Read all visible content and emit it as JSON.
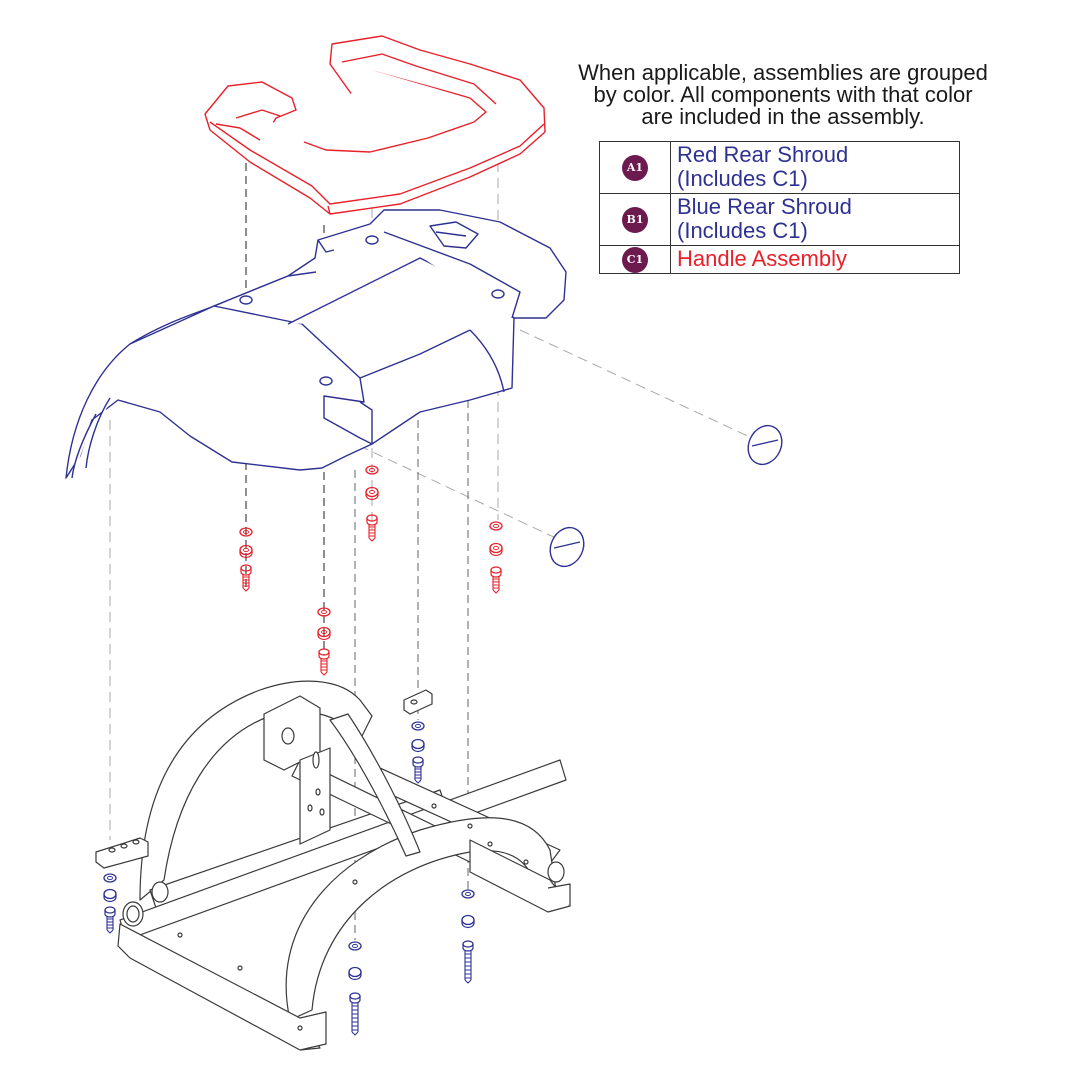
{
  "note": {
    "lines": [
      "When applicable, assemblies are grouped",
      "by color. All components with that color",
      "are included in the assembly."
    ]
  },
  "colors": {
    "red": "#e8202a",
    "blue": "#2e3192",
    "gray": "#3a3a3a",
    "badge": "#6d1a4e",
    "dash": "#9a9a9a"
  },
  "legend": [
    {
      "badge": "A1",
      "line1": "Red Rear Shroud",
      "line2": "(Includes C1)",
      "color": "#2e3192"
    },
    {
      "badge": "B1",
      "line1": "Blue Rear Shroud",
      "line2": "(Includes C1)",
      "color": "#2e3192"
    },
    {
      "badge": "C1",
      "line1": "Handle Assembly",
      "line2": "",
      "color": "#e8202a"
    }
  ],
  "parts": {
    "handle": "handle-assembly",
    "shroud": "rear-shroud",
    "caps": "side-caps",
    "frame": "rear-frame",
    "hardware_red": "handle-screws",
    "hardware_blue": "shroud-screws"
  }
}
